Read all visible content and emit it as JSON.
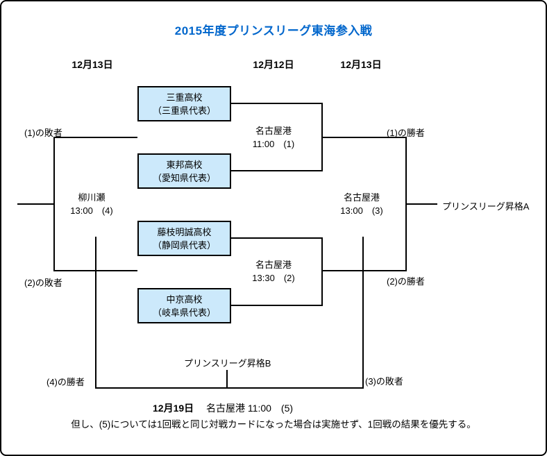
{
  "title": "2015年度プリンスリーグ東海参入戦",
  "colors": {
    "title": "#0066cc",
    "team_box_fill": "#cce9fb",
    "line": "#000000"
  },
  "date_headers": [
    {
      "position": "left",
      "label": "12月13日"
    },
    {
      "position": "center",
      "label": "12月12日"
    },
    {
      "position": "right",
      "label": "12月13日"
    }
  ],
  "teams": [
    {
      "name": "三重高校",
      "prefecture": "（三重県代表）"
    },
    {
      "name": "東邦高校",
      "prefecture": "（愛知県代表）"
    },
    {
      "name": "藤枝明誠高校",
      "prefecture": "（静岡県代表）"
    },
    {
      "name": "中京高校",
      "prefecture": "（岐阜県代表）"
    }
  ],
  "matches": [
    {
      "venue": "名古屋港",
      "time": "11:00　(1)"
    },
    {
      "venue": "名古屋港",
      "time": "13:30　(2)"
    },
    {
      "venue": "名古屋港",
      "time": "13:00　(3)"
    },
    {
      "venue": "柳川瀬",
      "time": "13:00　(4)"
    }
  ],
  "slot_labels": {
    "match1_loser": "(1)の敗者",
    "match2_loser": "(2)の敗者",
    "match1_winner": "(1)の勝者",
    "match2_winner": "(2)の勝者",
    "match4_winner": "(4)の勝者",
    "match3_loser": "(3)の敗者"
  },
  "promotions": {
    "a": "プリンスリーグ昇格A",
    "b": "プリンスリーグ昇格B"
  },
  "final_match": {
    "date": "12月19日",
    "detail": "名古屋港 11:00　(5)"
  },
  "note": "但し、(5)については1回戦と同じ対戦カードになった場合は実施せず、1回戦の結果を優先する。"
}
